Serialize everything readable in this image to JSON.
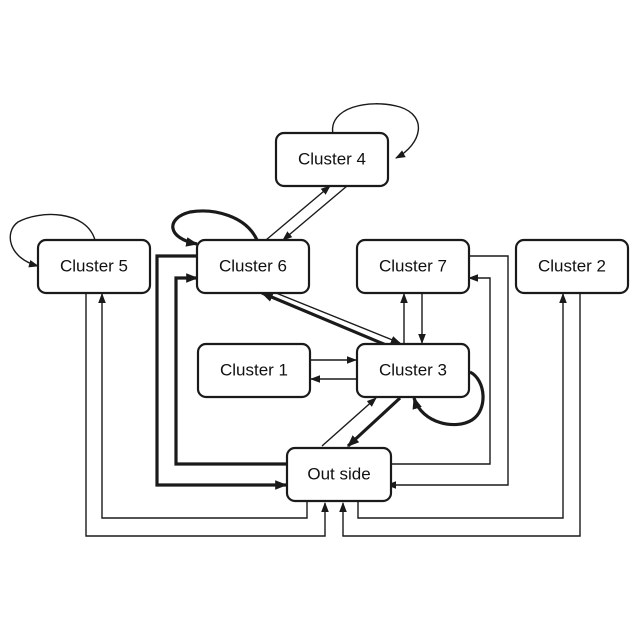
{
  "nodes": {
    "cluster4": "Cluster 4",
    "cluster5": "Cluster 5",
    "cluster6": "Cluster 6",
    "cluster7": "Cluster 7",
    "cluster2": "Cluster 2",
    "cluster1": "Cluster 1",
    "cluster3": "Cluster 3",
    "outside": "Out side"
  },
  "edges": [
    {
      "from": "cluster4",
      "to": "cluster4",
      "weight": "normal"
    },
    {
      "from": "cluster5",
      "to": "cluster5",
      "weight": "normal"
    },
    {
      "from": "cluster6",
      "to": "cluster6",
      "weight": "bold"
    },
    {
      "from": "cluster3",
      "to": "cluster3",
      "weight": "bold"
    },
    {
      "from": "cluster6",
      "to": "cluster4",
      "weight": "normal"
    },
    {
      "from": "cluster4",
      "to": "cluster6",
      "weight": "normal"
    },
    {
      "from": "cluster3",
      "to": "cluster6",
      "weight": "bold"
    },
    {
      "from": "cluster6",
      "to": "cluster3",
      "weight": "normal"
    },
    {
      "from": "cluster3",
      "to": "cluster7",
      "weight": "normal"
    },
    {
      "from": "cluster7",
      "to": "cluster3",
      "weight": "normal"
    },
    {
      "from": "cluster1",
      "to": "cluster3",
      "weight": "normal"
    },
    {
      "from": "cluster3",
      "to": "cluster1",
      "weight": "normal"
    },
    {
      "from": "outside",
      "to": "cluster3",
      "weight": "normal"
    },
    {
      "from": "cluster3",
      "to": "outside",
      "weight": "bold"
    },
    {
      "from": "outside",
      "to": "cluster6",
      "weight": "bold"
    },
    {
      "from": "cluster6",
      "to": "outside",
      "weight": "bold"
    },
    {
      "from": "outside",
      "to": "cluster5",
      "weight": "normal"
    },
    {
      "from": "cluster5",
      "to": "outside",
      "weight": "normal"
    },
    {
      "from": "outside",
      "to": "cluster7",
      "weight": "normal"
    },
    {
      "from": "cluster7",
      "to": "outside",
      "weight": "normal"
    },
    {
      "from": "outside",
      "to": "cluster2",
      "weight": "normal"
    },
    {
      "from": "cluster2",
      "to": "outside",
      "weight": "normal"
    }
  ]
}
